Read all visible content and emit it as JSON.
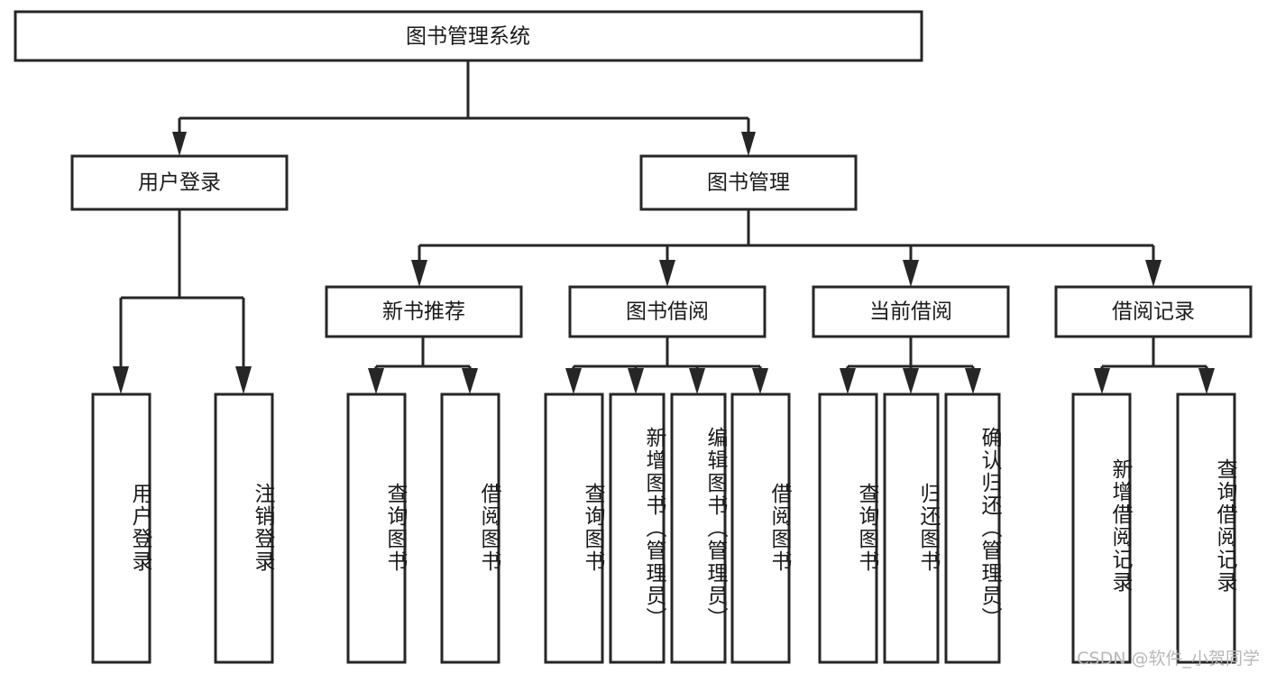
{
  "diagram": {
    "type": "tree-hierarchy-chart",
    "title": "图书管理系统",
    "orientation": "top-down",
    "colors": {
      "box_fill": "#ffffff",
      "box_stroke": "#262626",
      "text": "#1a1a1a",
      "background": "#ffffff",
      "watermark": "#b8b8b8"
    },
    "levels": {
      "level1": [
        {
          "id": "root",
          "label": "图书管理系统"
        }
      ],
      "level2": [
        {
          "id": "user-login",
          "label": "用户登录",
          "parent": "root"
        },
        {
          "id": "book-manage",
          "label": "图书管理",
          "parent": "root"
        }
      ],
      "level3": [
        {
          "id": "new-book-rec",
          "label": "新书推荐",
          "parent": "book-manage"
        },
        {
          "id": "book-borrow",
          "label": "图书借阅",
          "parent": "book-manage"
        },
        {
          "id": "current-borrow",
          "label": "当前借阅",
          "parent": "book-manage"
        },
        {
          "id": "borrow-record",
          "label": "借阅记录",
          "parent": "book-manage"
        }
      ],
      "level4": [
        {
          "id": "leaf-user-login",
          "label": "用户登录",
          "parent": "user-login"
        },
        {
          "id": "leaf-logout",
          "label": "注销登录",
          "parent": "user-login"
        },
        {
          "id": "leaf-query-book-1",
          "label": "查询图书",
          "parent": "new-book-rec"
        },
        {
          "id": "leaf-borrow-book-1",
          "label": "借阅图书",
          "parent": "new-book-rec"
        },
        {
          "id": "leaf-query-book-2",
          "label": "查询图书",
          "parent": "book-borrow"
        },
        {
          "id": "leaf-add-book",
          "label": "新增图书（管理员）",
          "parent": "book-borrow"
        },
        {
          "id": "leaf-edit-book",
          "label": "编辑图书（管理员）",
          "parent": "book-borrow"
        },
        {
          "id": "leaf-borrow-book-2",
          "label": "借阅图书",
          "parent": "book-borrow"
        },
        {
          "id": "leaf-query-book-3",
          "label": "查询图书",
          "parent": "current-borrow"
        },
        {
          "id": "leaf-return-book",
          "label": "归还图书",
          "parent": "current-borrow"
        },
        {
          "id": "leaf-confirm-return",
          "label": "确认归还（管理员）",
          "parent": "current-borrow"
        },
        {
          "id": "leaf-add-record",
          "label": "新增借阅记录",
          "parent": "borrow-record"
        },
        {
          "id": "leaf-query-record",
          "label": "查询借阅记录",
          "parent": "borrow-record"
        }
      ]
    }
  },
  "watermark": {
    "text": "CSDN @软件_小贺同学"
  }
}
